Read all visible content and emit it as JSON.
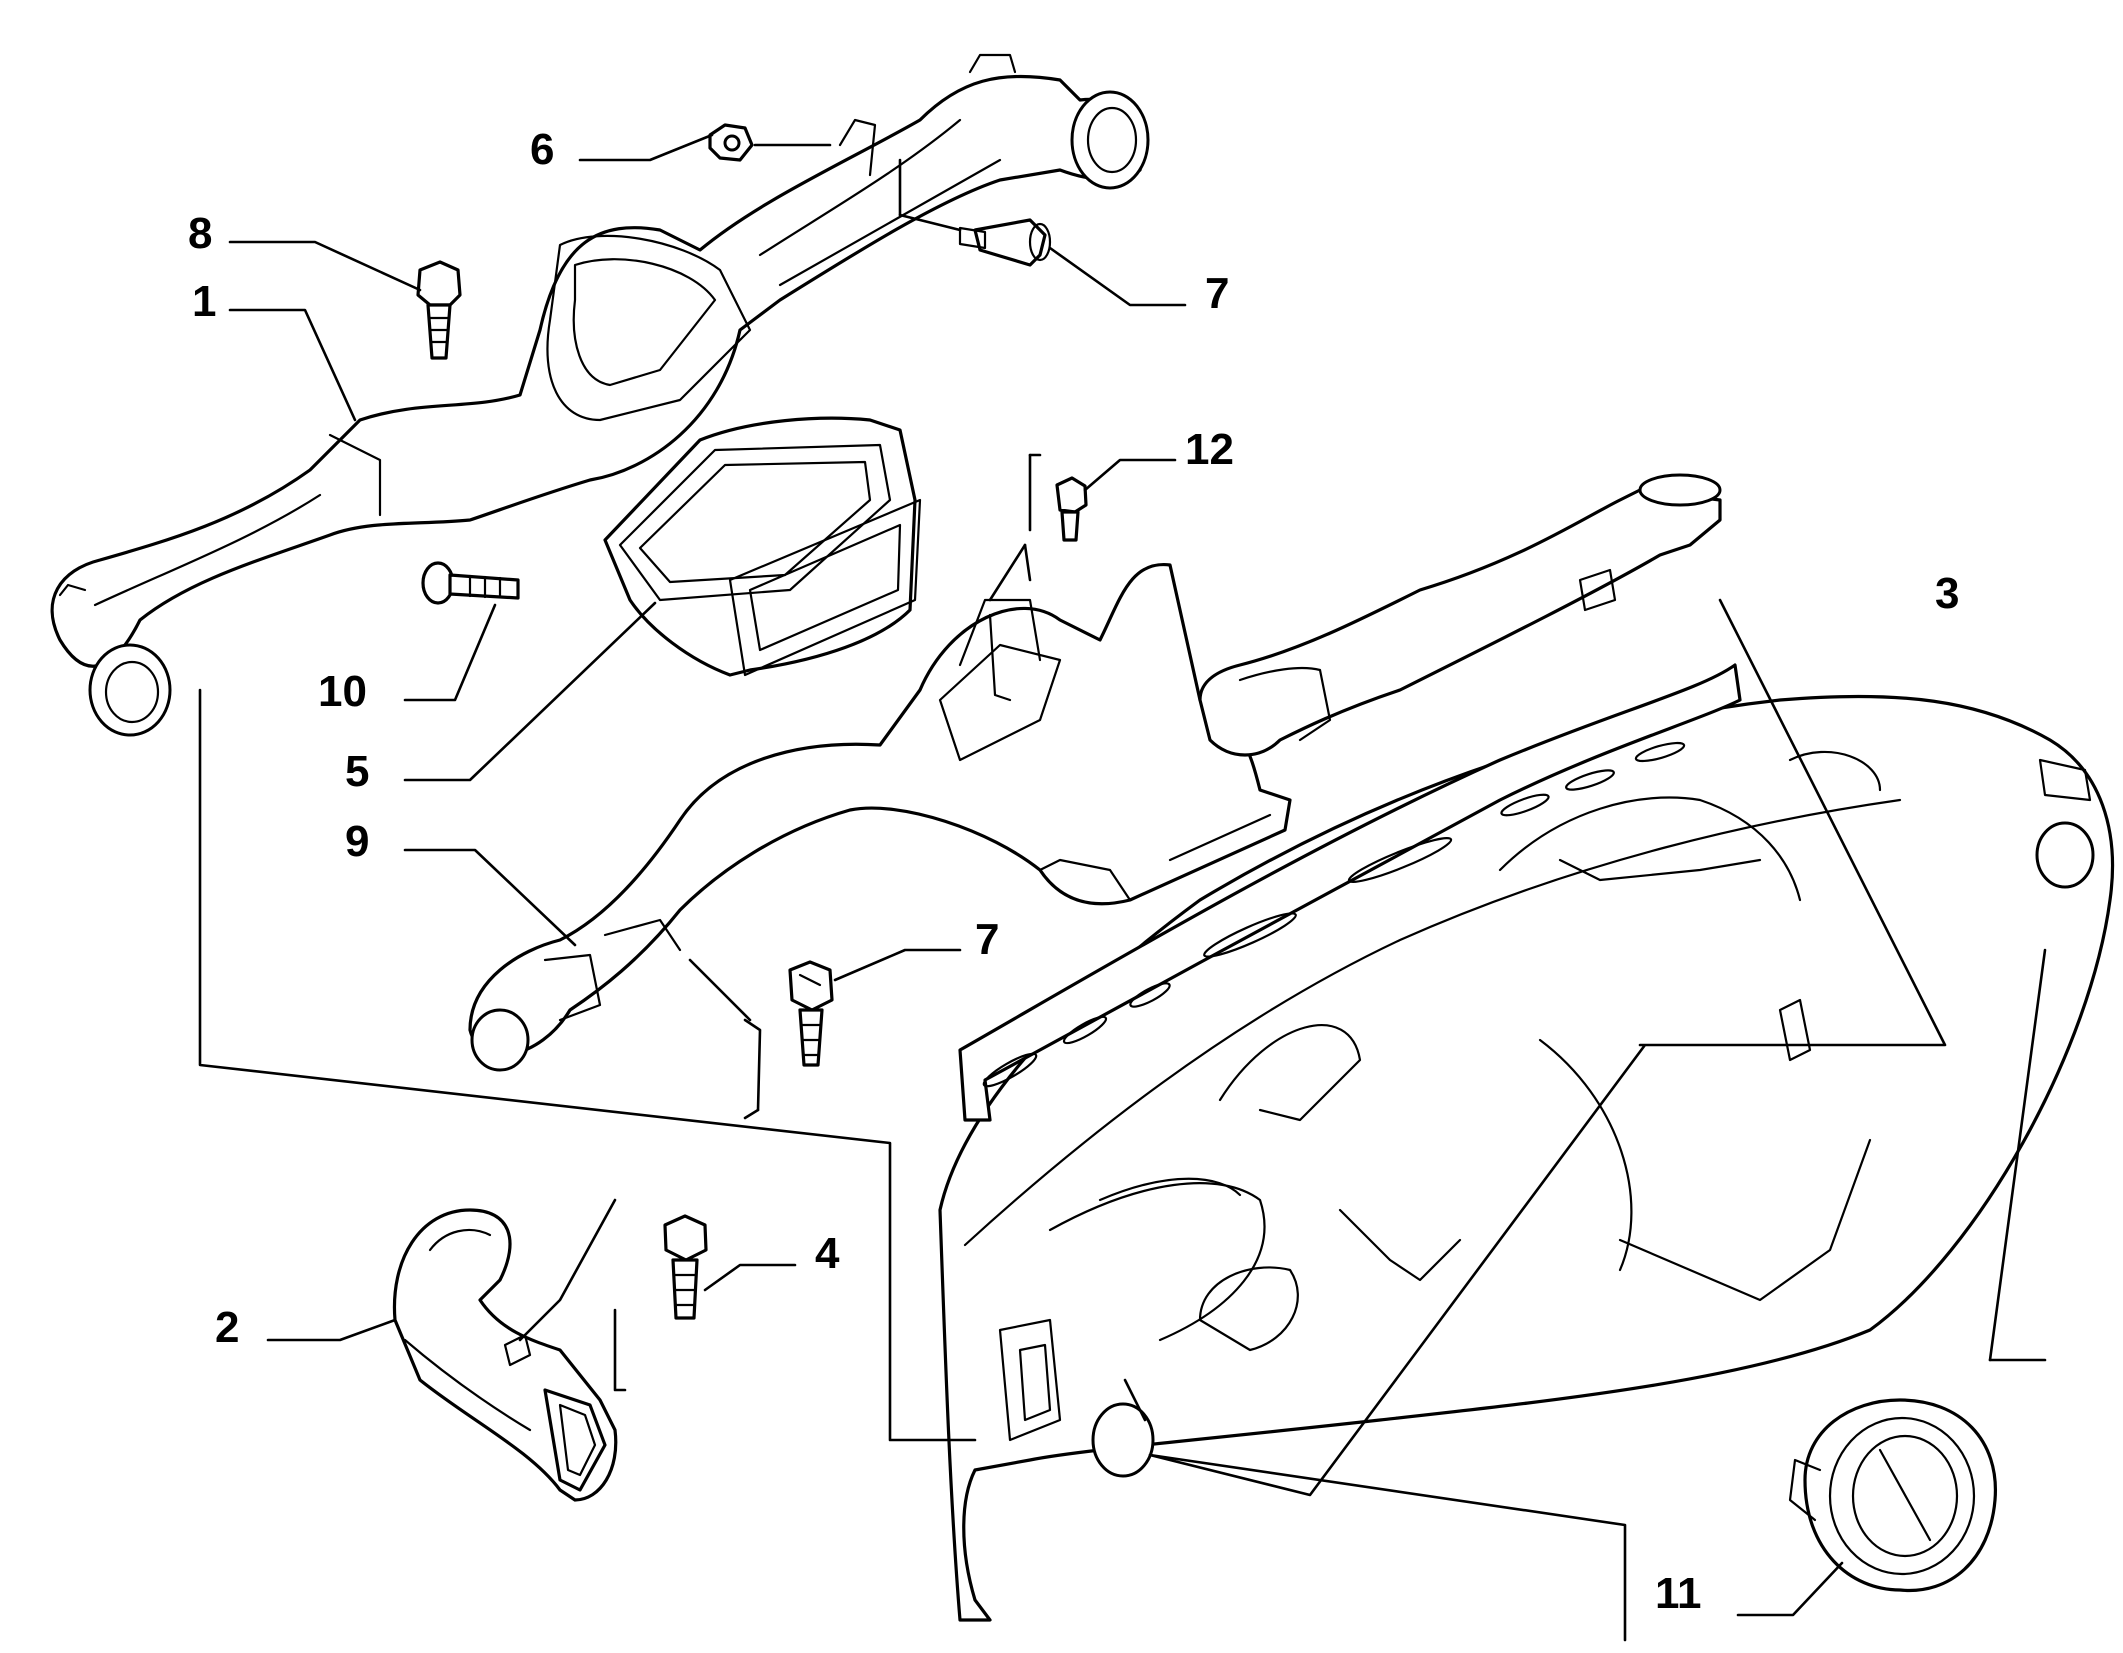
{
  "diagram": {
    "callouts": [
      {
        "id": "1",
        "label": "1"
      },
      {
        "id": "2",
        "label": "2"
      },
      {
        "id": "3",
        "label": "3"
      },
      {
        "id": "4",
        "label": "4"
      },
      {
        "id": "5",
        "label": "5"
      },
      {
        "id": "6",
        "label": "6"
      },
      {
        "id": "7a",
        "label": "7"
      },
      {
        "id": "7b",
        "label": "7"
      },
      {
        "id": "8",
        "label": "8"
      },
      {
        "id": "9",
        "label": "9"
      },
      {
        "id": "10",
        "label": "10"
      },
      {
        "id": "11",
        "label": "11"
      },
      {
        "id": "12",
        "label": "12"
      }
    ],
    "colors": {
      "line": "#000000",
      "background": "#ffffff"
    }
  }
}
